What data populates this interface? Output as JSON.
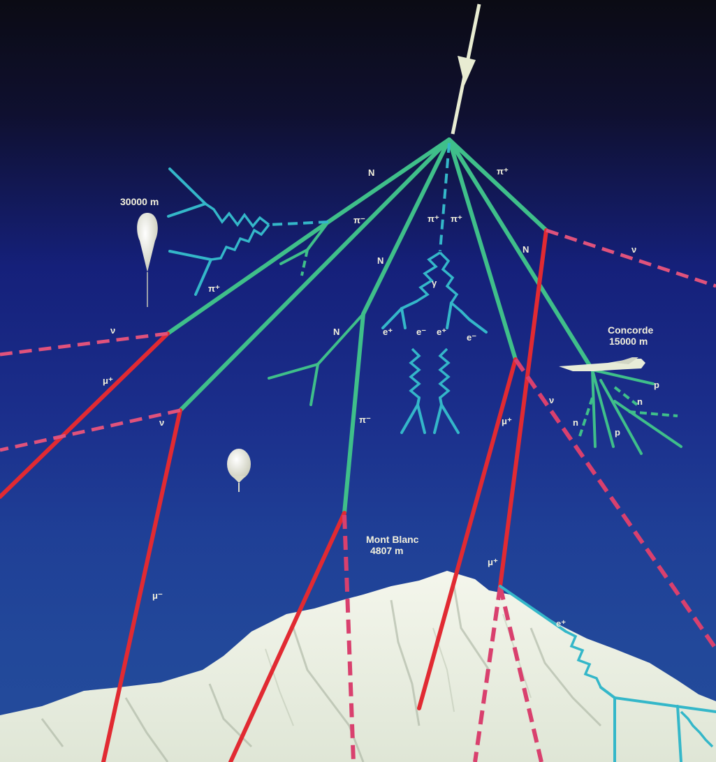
{
  "diagram": {
    "labels": {
      "balloon_high_altitude": "30000 m",
      "concorde_altitude": "Concorde\n15000 m",
      "mont_blanc": "Mont Blanc\n4807 m"
    },
    "particles": {
      "N1": "N",
      "N2": "N",
      "N3": "N",
      "N4": "N",
      "pi_minus_top": "π⁻",
      "pi_plus_1": "π⁺",
      "pi_plus_2": "π⁺",
      "pi_plus_3": "π⁺",
      "pi_plus_left": "π⁺",
      "gamma": "γ",
      "e_plus_1": "e⁺",
      "e_minus_1": "e⁻",
      "e_plus_2": "e⁺",
      "e_minus_2": "e⁻",
      "nu_1": "ν",
      "nu_2": "ν",
      "nu_3": "ν",
      "nu_4": "ν",
      "mu_plus_left": "μ⁺",
      "mu_plus_mid": "μ⁺",
      "mu_plus_low": "μ⁺",
      "mu_minus": "μ⁻",
      "pi_minus_mid": "π⁻",
      "p1": "p",
      "n1": "n",
      "n2": "n",
      "p2": "p",
      "e_plus_low": "e⁺"
    },
    "colors": {
      "hadron_track": "#3fbf8a",
      "muon_track": "#e12a32",
      "neutrino_track": "#e0527c",
      "electromagnetic_track": "#34b7c9",
      "incoming_primary": "#e8ecd2",
      "snow": "#e9eee0"
    },
    "icons": [
      "incoming-arrow-icon",
      "high-altitude-balloon-icon",
      "weather-balloon-icon",
      "concorde-aircraft-icon",
      "mountain-icon"
    ]
  }
}
